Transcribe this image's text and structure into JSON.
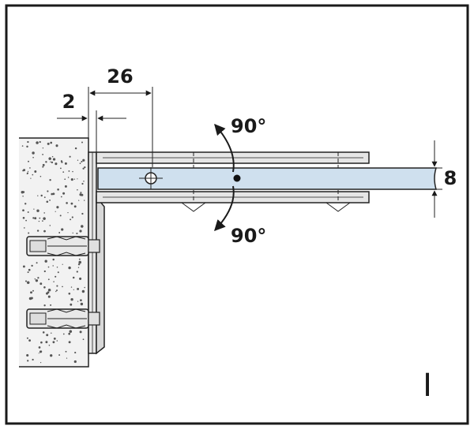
{
  "dimensions": {
    "top_width": "26",
    "wall_offset": "2",
    "glass_thickness": "8"
  },
  "rotation": {
    "upper": "90°",
    "lower": "90°"
  },
  "figure_label": "I",
  "colors": {
    "frame": "#1a1a1a",
    "wall_fill": "#f0f0f0",
    "glass_fill": "#cfe0ee",
    "metal": "#e6e6e6",
    "line": "#222222"
  }
}
